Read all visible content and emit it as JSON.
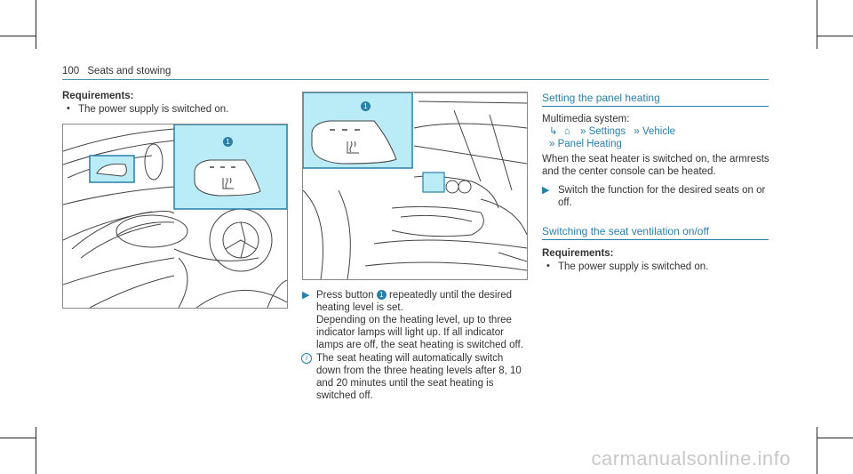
{
  "header": {
    "page_number": "100",
    "section": "Seats and stowing"
  },
  "left": {
    "req_title": "Requirements:",
    "req_item": "The power supply is switched on.",
    "fig_badge": "1"
  },
  "middle": {
    "fig_badge": "1",
    "step_pre": "Press button",
    "step_badge": "1",
    "step_post": "repeatedly until the desired",
    "step_lines": [
      "heating level is set.",
      "Depending on the heating level, up to three",
      "indicator lamps will light up. If all indicator",
      "lamps are off, the seat heating is switched off."
    ],
    "note_icon": "i",
    "note_lines": [
      "The seat heating will automatically switch",
      "down from the three heating levels after 8, 10",
      "and 20 minutes until the seat heating is",
      "switched off."
    ]
  },
  "right": {
    "sec1_title": "Setting the panel heating",
    "ms_label": "Multimedia system:",
    "path_settings": "Settings",
    "path_vehicle": "Vehicle",
    "path_panel": "Panel Heating",
    "desc_lines": [
      "When the seat heater is switched on, the armrests",
      "and the center console can be heated."
    ],
    "step_lines": [
      "Switch the function for the desired seats on or",
      "off."
    ],
    "sec2_title": "Switching the seat ventilation on/off",
    "req_title": "Requirements:",
    "req_item": "The power supply is switched on."
  },
  "watermark": "carmanualsonline.info",
  "colors": {
    "accent": "#2a7fa8",
    "highlight": "#b9ecf6"
  }
}
